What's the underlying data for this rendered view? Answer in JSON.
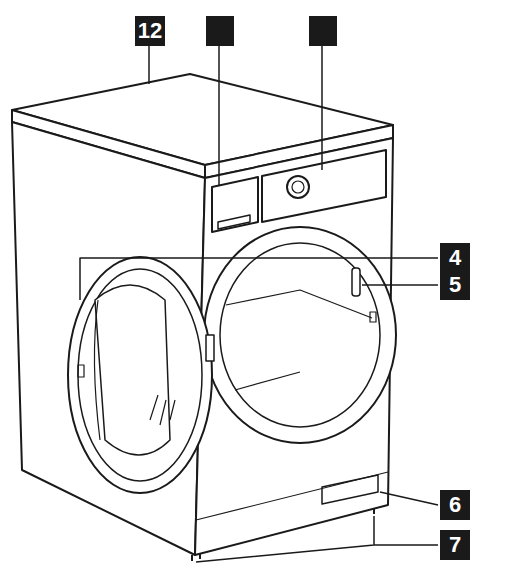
{
  "diagram": {
    "labels": [
      "12",
      "4",
      "5",
      "6",
      "7"
    ]
  }
}
